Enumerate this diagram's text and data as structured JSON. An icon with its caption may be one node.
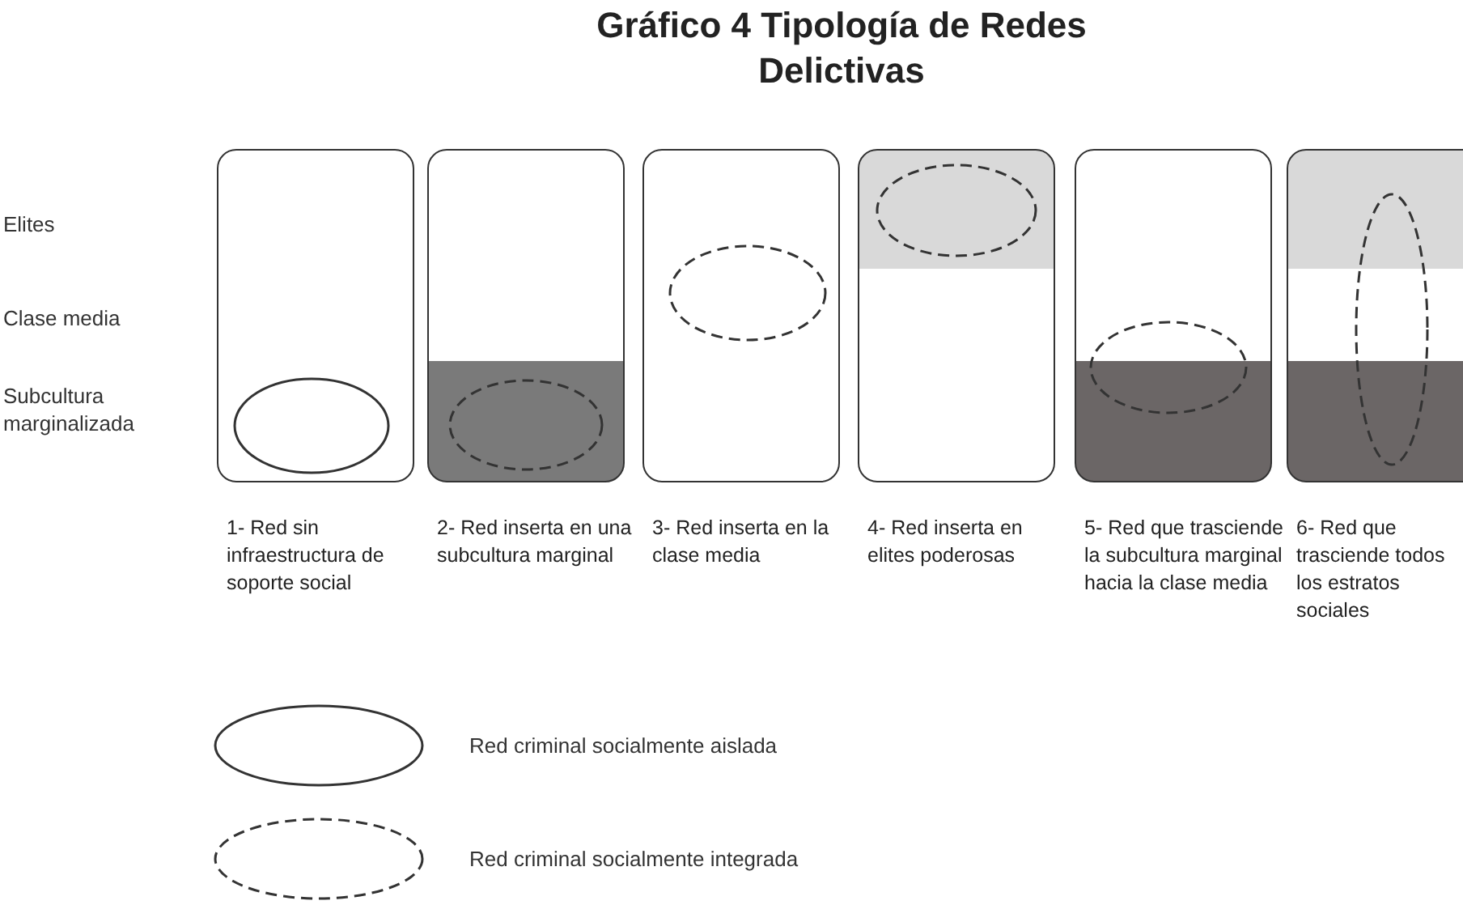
{
  "diagram": {
    "title": "Gráfico 4 Tipología de Redes Delictivas",
    "nodes": [
      {
        "text": [],
        "shape": "box",
        "beside": [
          "1- Red sin infraestructura de soporte social"
        ]
      },
      {
        "text": [],
        "shape": "ellipse",
        "in": 0
      },
      {
        "text": [],
        "shape": "box",
        "beside": [
          "2- Red inserta en una subcultura marginal"
        ]
      },
      {
        "text": [],
        "shape": "ellipse",
        "in": 2
      },
      {
        "text": [],
        "shape": "box",
        "beside": [
          "3- Red inserta en la clase media"
        ]
      },
      {
        "text": [],
        "shape": "ellipse",
        "in": 4
      },
      {
        "text": [],
        "shape": "box",
        "beside": [
          "4- Red inserta en elites poderosas"
        ]
      },
      {
        "text": [],
        "shape": "ellipse",
        "in": 6
      },
      {
        "text": [],
        "shape": "box",
        "beside": [
          "5- Red que trasciende la subcultura marginal hacia la clase media"
        ]
      },
      {
        "text": [],
        "shape": "ellipse",
        "in": 8
      },
      {
        "text": [],
        "shape": "box",
        "beside": [
          "6- Red que trasciende todos los estratos sociales"
        ]
      },
      {
        "text": [],
        "shape": "ellipse",
        "in": 10
      }
    ],
    "labels": [
      "Elites",
      "Clase media",
      "Subcultura marginalizada"
    ],
    "legend": [
      {
        "text": "Red criminal socialmente aislada"
      },
      {
        "text": "Red criminal socialmente integrada"
      }
    ]
  }
}
